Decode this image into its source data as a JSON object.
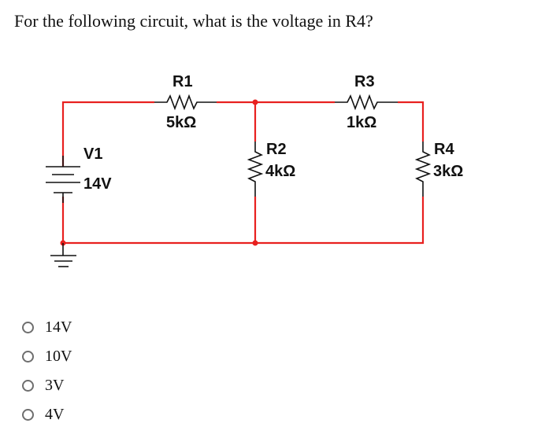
{
  "question": {
    "text": "For the following circuit, what is the voltage in R4?"
  },
  "circuit": {
    "wire_color": "#e8201f",
    "component_color": "#111111",
    "source": {
      "name": "V1",
      "value": "14V"
    },
    "resistors": [
      {
        "name": "R1",
        "value": "5kΩ"
      },
      {
        "name": "R2",
        "value": "4kΩ"
      },
      {
        "name": "R3",
        "value": "1kΩ"
      },
      {
        "name": "R4",
        "value": "3kΩ"
      }
    ]
  },
  "answers": {
    "selected": null,
    "options": [
      {
        "label": "14V"
      },
      {
        "label": "10V"
      },
      {
        "label": "3V"
      },
      {
        "label": "4V"
      }
    ]
  }
}
